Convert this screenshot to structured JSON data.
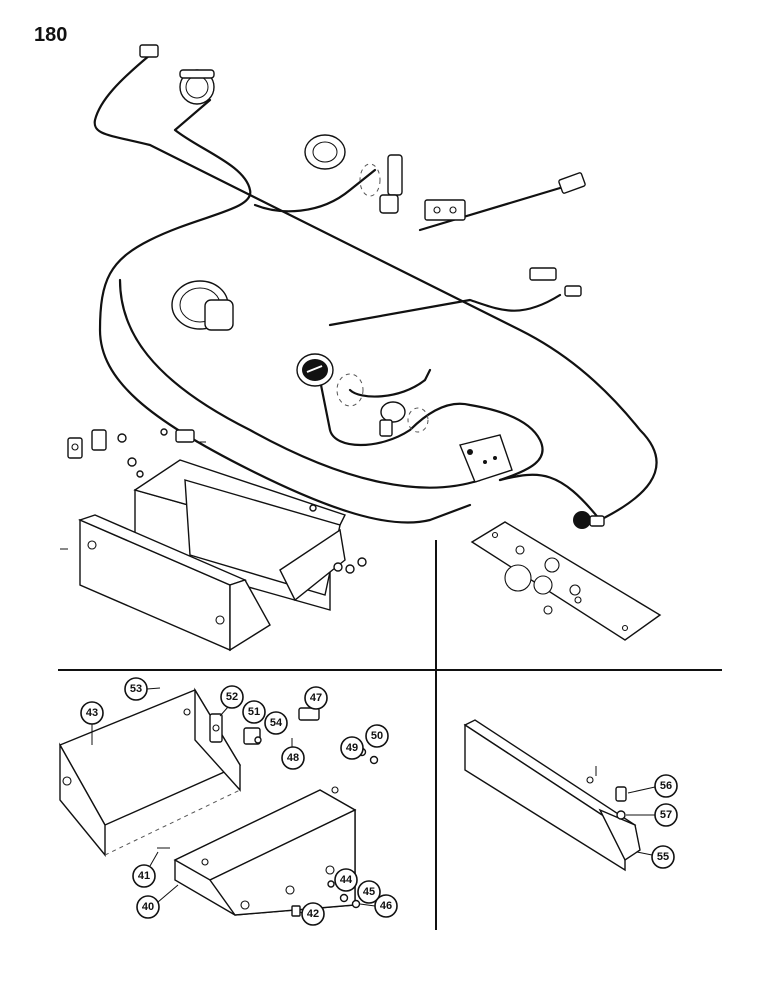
{
  "page": {
    "number": "180"
  },
  "callouts": [
    {
      "id": "40",
      "label": "40"
    },
    {
      "id": "41",
      "label": "41"
    },
    {
      "id": "42",
      "label": "42"
    },
    {
      "id": "43",
      "label": "43"
    },
    {
      "id": "44",
      "label": "44"
    },
    {
      "id": "45",
      "label": "45"
    },
    {
      "id": "46",
      "label": "46"
    },
    {
      "id": "47",
      "label": "47"
    },
    {
      "id": "48",
      "label": "48"
    },
    {
      "id": "49",
      "label": "49"
    },
    {
      "id": "50",
      "label": "50"
    },
    {
      "id": "51",
      "label": "51"
    },
    {
      "id": "52",
      "label": "52"
    },
    {
      "id": "53",
      "label": "53"
    },
    {
      "id": "54",
      "label": "54"
    },
    {
      "id": "55",
      "label": "55"
    },
    {
      "id": "56",
      "label": "56"
    },
    {
      "id": "57",
      "label": "57"
    }
  ]
}
